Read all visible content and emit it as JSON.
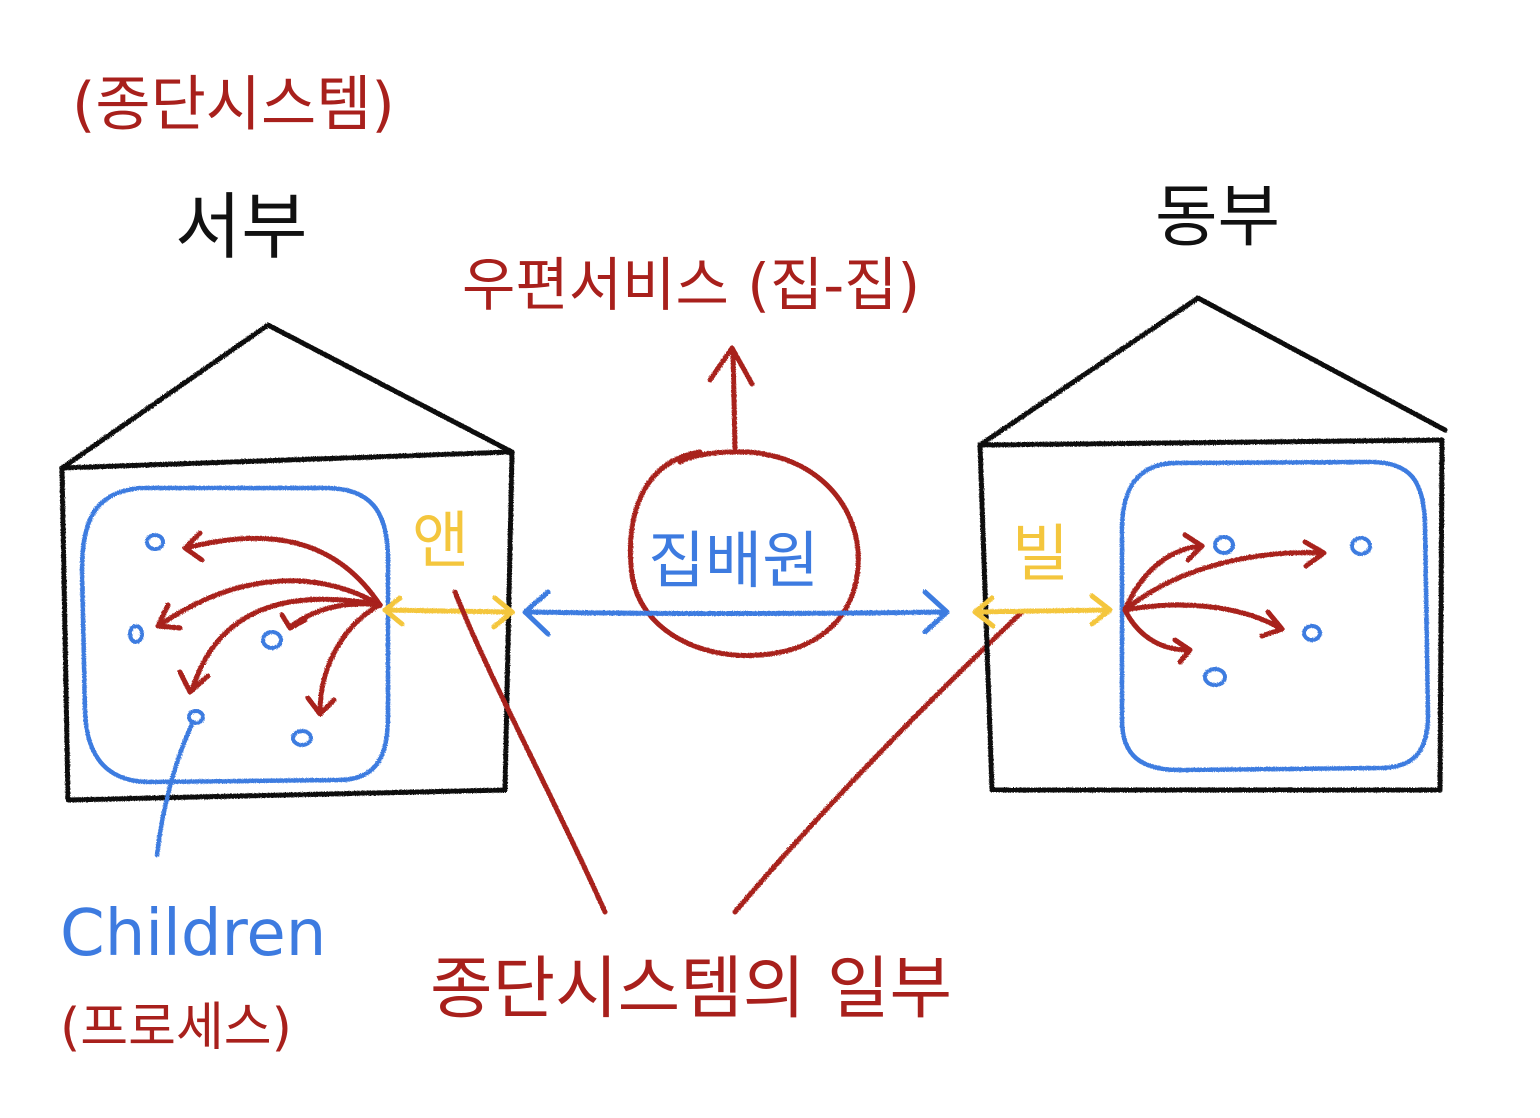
{
  "colors": {
    "ink": "#111111",
    "red": "#a8201c",
    "blue": "#3d7be0",
    "yellow": "#f4c63d",
    "background": "#ffffff"
  },
  "labels": {
    "terminal_system": "(종단시스템)",
    "west": "서부",
    "east": "동부",
    "postal_service": "우편서비스 (집-집)",
    "mail_carrier": "집배원",
    "ann": "앤",
    "bill": "빌",
    "children": "Children",
    "process": "(프로세스)",
    "part_of_terminal_system": "종단시스템의 일부"
  },
  "icons": {
    "house": "house-icon",
    "process_dot": "circle-dot-icon",
    "arrow": "arrow-icon"
  }
}
